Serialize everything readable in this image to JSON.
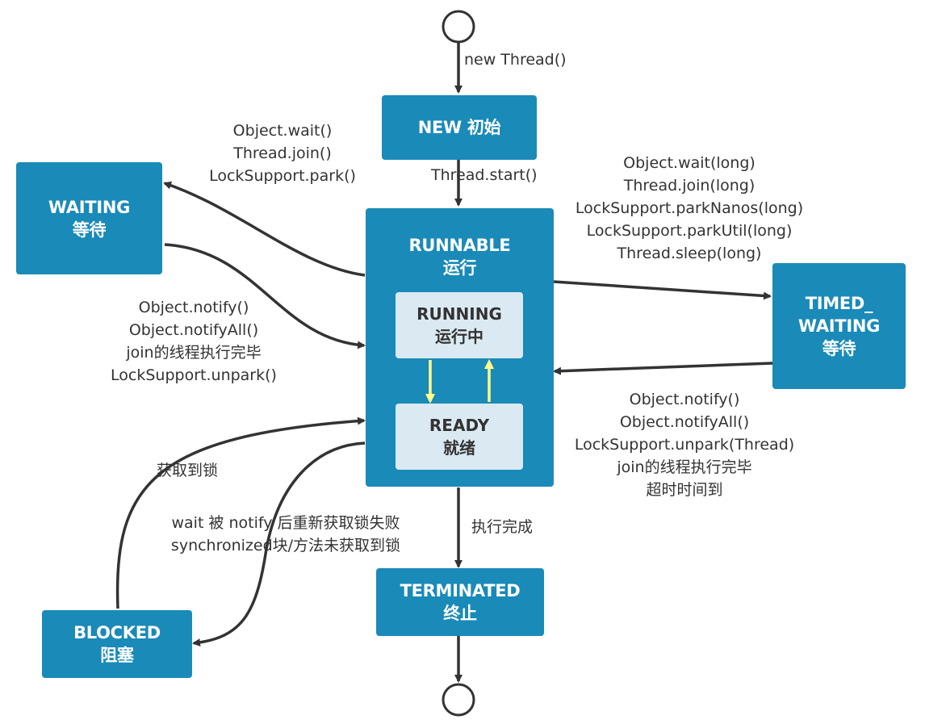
{
  "colors": {
    "box": "#1a8ab8",
    "inner_box": "#dbe9f3",
    "edge": "#333333",
    "inner_edge": "#ffff88"
  },
  "nodes": {
    "new": [
      "NEW 初始"
    ],
    "runnable": [
      "RUNNABLE",
      "运行"
    ],
    "running": [
      "RUNNING",
      "运行中"
    ],
    "ready": [
      "READY",
      "就绪"
    ],
    "waiting": [
      "WAITING",
      "等待"
    ],
    "timed_waiting": [
      "TIMED_",
      "WAITING",
      "等待"
    ],
    "blocked": [
      "BLOCKED",
      "阻塞"
    ],
    "terminated": [
      "TERMINATED",
      "终止"
    ]
  },
  "edges": {
    "new_thread": [
      "new Thread()"
    ],
    "thread_start": [
      "Thread.start()"
    ],
    "to_waiting": [
      "Object.wait()",
      "Thread.join()",
      "LockSupport.park()"
    ],
    "from_waiting": [
      "Object.notify()",
      "Object.notifyAll()",
      "join的线程执行完毕",
      "LockSupport.unpark()"
    ],
    "to_timed_waiting": [
      "Object.wait(long)",
      "Thread.join(long)",
      "LockSupport.parkNanos(long)",
      "LockSupport.parkUtil(long)",
      "Thread.sleep(long)"
    ],
    "from_timed_waiting": [
      "Object.notify()",
      "Object.notifyAll()",
      "LockSupport.unpark(Thread)",
      "join的线程执行完毕",
      "超时时间到"
    ],
    "from_blocked": [
      "获取到锁"
    ],
    "to_blocked": [
      "wait 被 notify 后重新获取锁失败",
      "synchronized块/方法未获取到锁"
    ],
    "to_terminated": [
      "执行完成"
    ]
  }
}
